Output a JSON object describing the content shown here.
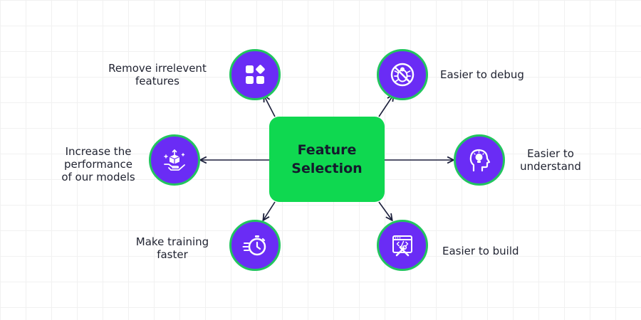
{
  "center": {
    "line1": "Feature",
    "line2": "Selection"
  },
  "colors": {
    "center_fill": "#0fd850",
    "node_fill": "#6a2cf5",
    "node_ring": "#22c55e",
    "arrow": "#1b1f3b"
  },
  "branches": [
    {
      "icon": "app-grid-icon",
      "lines": [
        "Remove irrelevent",
        "features"
      ]
    },
    {
      "icon": "bug-off-icon",
      "lines": [
        "Easier to debug"
      ]
    },
    {
      "icon": "box-in-hand-icon",
      "lines": [
        "Increase the",
        "performance",
        "of our models"
      ]
    },
    {
      "icon": "head-lightbulb-icon",
      "lines": [
        "Easier to",
        "understand"
      ]
    },
    {
      "icon": "stopwatch-fast-icon",
      "lines": [
        "Make training",
        "faster"
      ]
    },
    {
      "icon": "code-window-tools-icon",
      "lines": [
        "Easier to build"
      ]
    }
  ]
}
